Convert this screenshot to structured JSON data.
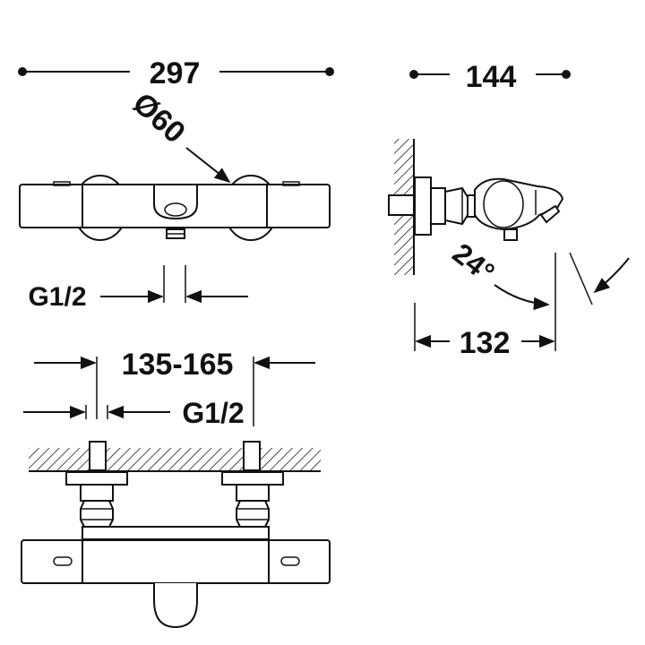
{
  "dimensions": {
    "overall_width": "297",
    "knob_diameter": "Ø60",
    "outlet_thread_front": "G1/2",
    "side_depth": "144",
    "spout_angle": "24°",
    "spout_reach": "132",
    "center_distance": "135-165",
    "inlet_thread_bottom": "G1/2"
  },
  "colors": {
    "ink": "#111111",
    "background": "#ffffff"
  }
}
